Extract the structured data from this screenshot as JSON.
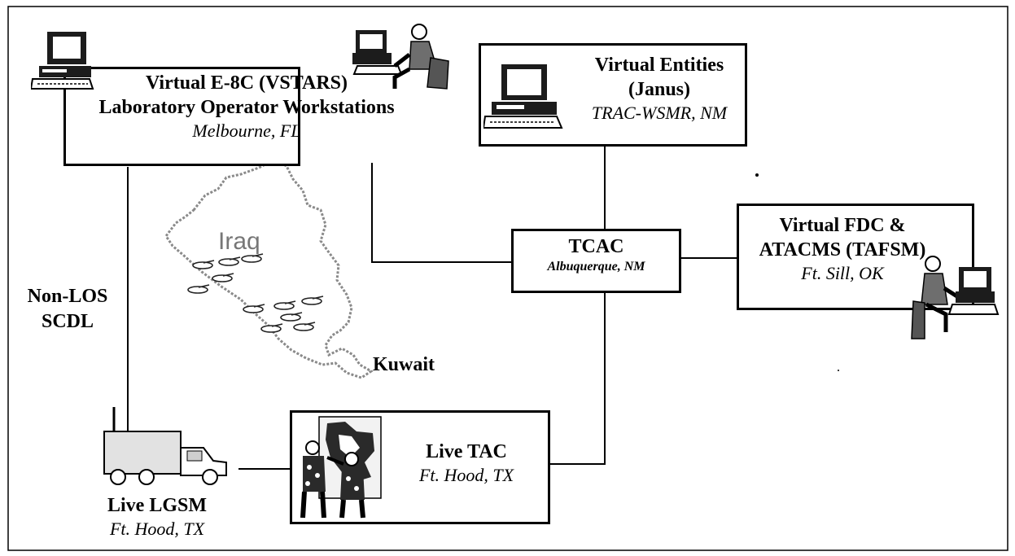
{
  "nodes": {
    "vstars": {
      "line1": "Virtual E-8C (VSTARS)",
      "line2": "Laboratory Operator Workstations",
      "location": "Melbourne, FL"
    },
    "janus": {
      "line1": "Virtual Entities",
      "line2": "(Janus)",
      "location": "TRAC-WSMR, NM"
    },
    "tcac": {
      "title": "TCAC",
      "location": "Albuquerque, NM"
    },
    "tafsm": {
      "line1": "Virtual FDC &",
      "line2": "ATACMS (TAFSM)",
      "location": "Ft. Sill, OK"
    },
    "tac": {
      "title": "Live TAC",
      "location": "Ft. Hood, TX"
    },
    "lgsm": {
      "title": "Live LGSM",
      "location": "Ft. Hood, TX"
    }
  },
  "link_label": {
    "line1": "Non-LOS",
    "line2": "SCDL"
  },
  "map": {
    "country": "Iraq",
    "neighbor": "Kuwait"
  },
  "icons": [
    "computer-workstation-icon",
    "seated-operator-icon",
    "truck-icon",
    "soldiers-at-map-icon",
    "tank-icon"
  ]
}
